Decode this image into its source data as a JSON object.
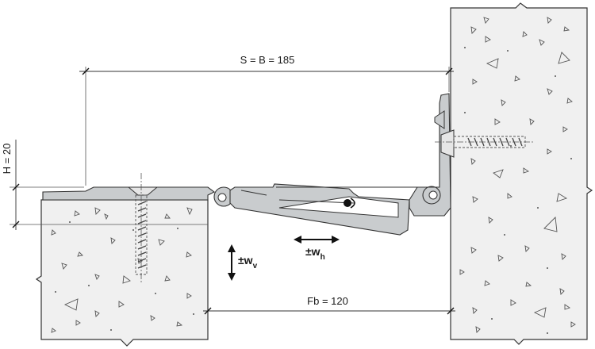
{
  "dimensions": {
    "overall_width": "S = B = 185",
    "height": "H = 20",
    "joint_width": "Fb = 120"
  },
  "movements": {
    "vertical": {
      "prefix": "±w",
      "subscript": "v"
    },
    "horizontal": {
      "prefix": "±w",
      "subscript": "h"
    }
  },
  "colors": {
    "profile_fill": "#c9ccce",
    "profile_stroke": "#333333",
    "concrete_fill": "#f0f0f0",
    "line": "#333333"
  }
}
